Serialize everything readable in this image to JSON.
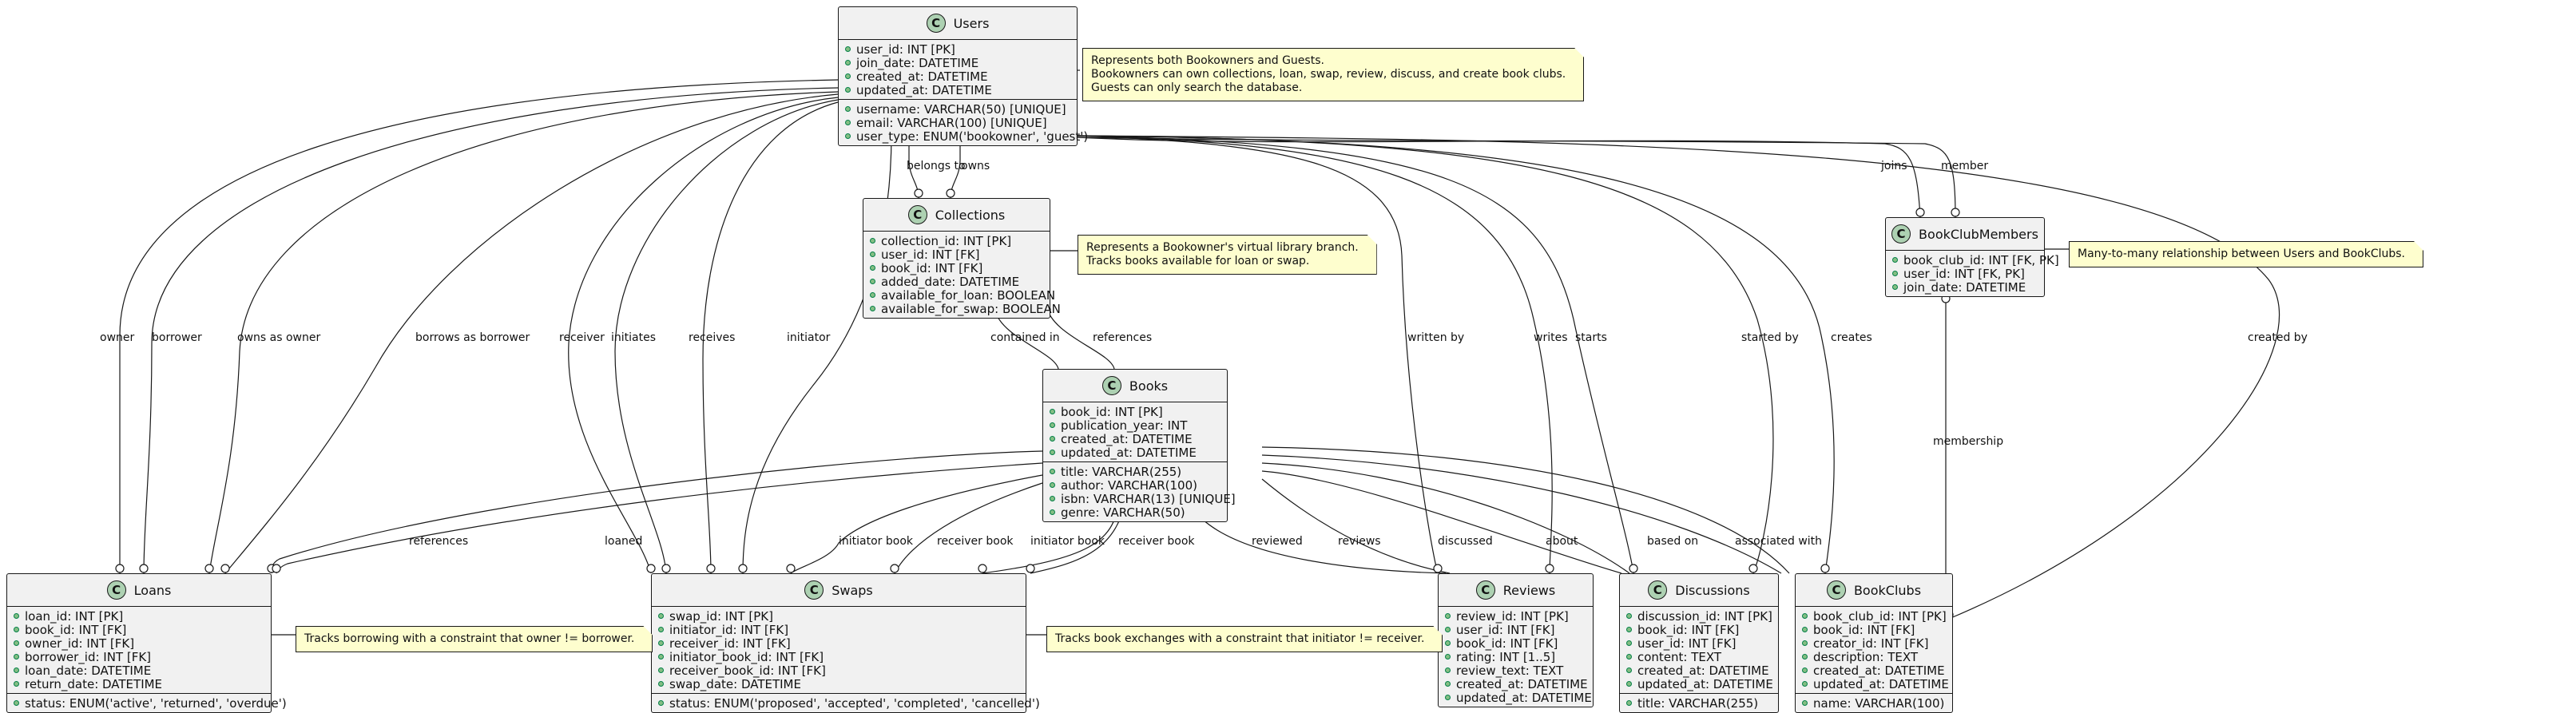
{
  "classes": {
    "users": {
      "name": "Users",
      "fields": [
        "user_id: INT [PK]",
        "join_date: DATETIME",
        "created_at: DATETIME",
        "updated_at: DATETIME"
      ],
      "fields2": [
        "username: VARCHAR(50) [UNIQUE]",
        "email: VARCHAR(100) [UNIQUE]",
        "user_type: ENUM('bookowner', 'guest')"
      ]
    },
    "collections": {
      "name": "Collections",
      "fields": [
        "collection_id: INT [PK]",
        "user_id: INT [FK]",
        "book_id: INT [FK]",
        "added_date: DATETIME",
        "available_for_loan: BOOLEAN",
        "available_for_swap: BOOLEAN"
      ]
    },
    "books": {
      "name": "Books",
      "fields": [
        "book_id: INT [PK]",
        "publication_year: INT",
        "created_at: DATETIME",
        "updated_at: DATETIME"
      ],
      "fields2": [
        "title: VARCHAR(255)",
        "author: VARCHAR(100)",
        "isbn: VARCHAR(13) [UNIQUE]",
        "genre: VARCHAR(50)"
      ]
    },
    "bookclubmembers": {
      "name": "BookClubMembers",
      "fields": [
        "book_club_id: INT [FK, PK]",
        "user_id: INT [FK, PK]",
        "join_date: DATETIME"
      ]
    },
    "loans": {
      "name": "Loans",
      "fields": [
        "loan_id: INT [PK]",
        "book_id: INT [FK]",
        "owner_id: INT [FK]",
        "borrower_id: INT [FK]",
        "loan_date: DATETIME",
        "return_date: DATETIME"
      ],
      "fields2": [
        "status: ENUM('active', 'returned', 'overdue')"
      ]
    },
    "swaps": {
      "name": "Swaps",
      "fields": [
        "swap_id: INT [PK]",
        "initiator_id: INT [FK]",
        "receiver_id: INT [FK]",
        "initiator_book_id: INT [FK]",
        "receiver_book_id: INT [FK]",
        "swap_date: DATETIME"
      ],
      "fields2": [
        "status: ENUM('proposed', 'accepted', 'completed', 'cancelled')"
      ]
    },
    "reviews": {
      "name": "Reviews",
      "fields": [
        "review_id: INT [PK]",
        "user_id: INT [FK]",
        "book_id: INT [FK]",
        "rating: INT [1..5]",
        "review_text: TEXT",
        "created_at: DATETIME",
        "updated_at: DATETIME"
      ]
    },
    "discussions": {
      "name": "Discussions",
      "fields": [
        "discussion_id: INT [PK]",
        "book_id: INT [FK]",
        "user_id: INT [FK]",
        "content: TEXT",
        "created_at: DATETIME",
        "updated_at: DATETIME"
      ],
      "fields2": [
        "title: VARCHAR(255)"
      ]
    },
    "bookclubs": {
      "name": "BookClubs",
      "fields": [
        "book_club_id: INT [PK]",
        "book_id: INT [FK]",
        "creator_id: INT [FK]",
        "description: TEXT",
        "created_at: DATETIME",
        "updated_at: DATETIME"
      ],
      "fields2": [
        "name: VARCHAR(100)"
      ]
    }
  },
  "notes": {
    "users": [
      "Represents both Bookowners and Guests.",
      "Bookowners can own collections, loan, swap, review, discuss, and create book clubs.",
      "Guests can only search the database."
    ],
    "collections": [
      "Represents a Bookowner's virtual library branch.",
      "Tracks books available for loan or swap."
    ],
    "bookclubmembers": [
      "Many-to-many relationship between Users and BookClubs."
    ],
    "loans": [
      "Tracks borrowing with a constraint that owner != borrower."
    ],
    "swaps": [
      "Tracks book exchanges with a constraint that initiator != receiver."
    ]
  },
  "edge_labels": {
    "belongs_to": "belongs to",
    "owns": "owns",
    "joins": "joins",
    "member": "member",
    "owner": "owner",
    "borrower": "borrower",
    "owns_as_owner": "owns as owner",
    "borrows_as_borrower": "borrows as borrower",
    "receiver": "receiver",
    "initiates": "initiates",
    "receives": "receives",
    "initiator": "initiator",
    "written_by": "written by",
    "writes": "writes",
    "starts": "starts",
    "started_by": "started by",
    "creates": "creates",
    "created_by": "created by",
    "contained_in": "contained in",
    "references_top": "references",
    "membership": "membership",
    "references_bottom": "references",
    "loaned": "loaned",
    "initiator_book_1": "initiator book",
    "receiver_book_1": "receiver book",
    "initiator_book_2": "initiator book",
    "receiver_book_2": "receiver book",
    "reviewed": "reviewed",
    "reviews": "reviews",
    "discussed": "discussed",
    "about": "about",
    "based_on": "based on",
    "associated_with": "associated with"
  },
  "colors": {
    "class_fill": "#f1f1f1",
    "stereotype_fill": "#add1b2",
    "note_fill": "#fefece",
    "field_dot": "#84be84",
    "line": "#181818"
  }
}
